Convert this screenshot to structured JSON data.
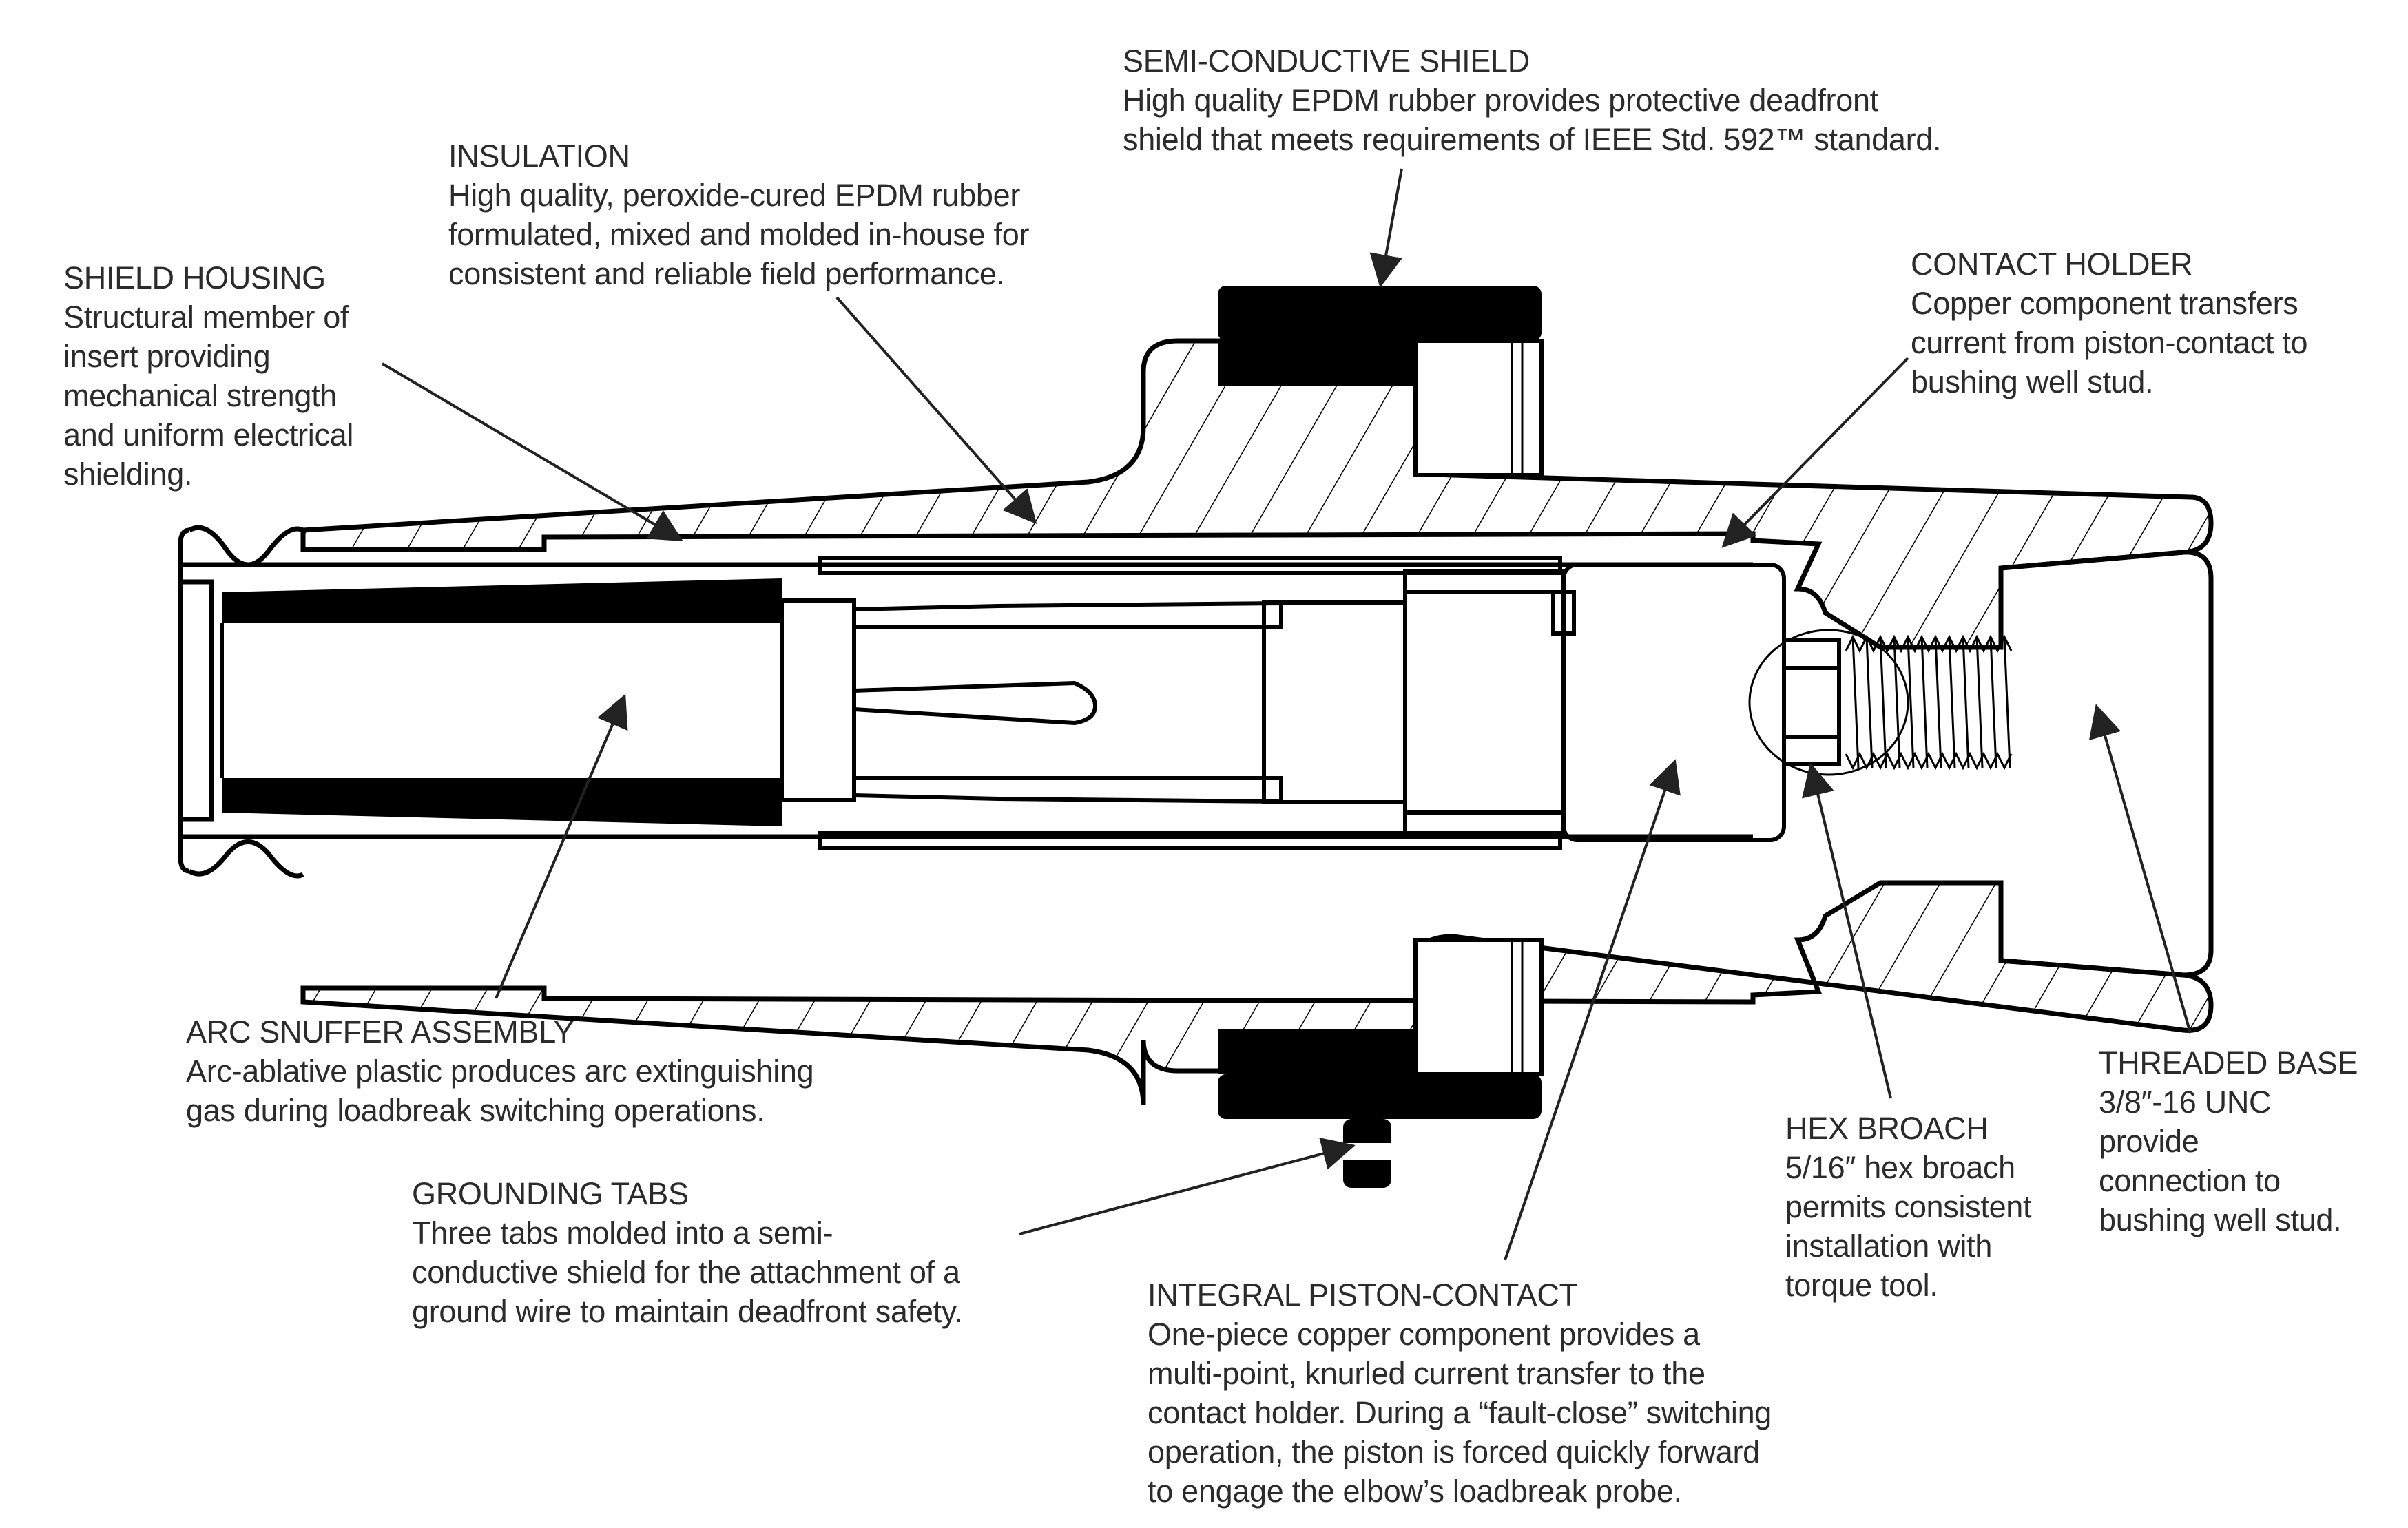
{
  "figure": {
    "subject": "Loadbreak bushing insert cross-section",
    "colors": {
      "ink": "#000000",
      "text": "#2b2b2b",
      "background": "#ffffff"
    }
  },
  "callouts": {
    "semi_conductive_shield": {
      "title": "SEMI-CONDUCTIVE SHIELD",
      "description": "High quality EPDM rubber provides protective deadfront\nshield that meets requirements of IEEE Std. 592™ standard."
    },
    "insulation": {
      "title": "INSULATION",
      "description": "High quality, peroxide-cured EPDM rubber\nformulated, mixed and molded in-house for\nconsistent and reliable field performance."
    },
    "shield_housing": {
      "title": "SHIELD HOUSING",
      "description": "Structural member of\ninsert providing\nmechanical strength\nand uniform electrical\nshielding."
    },
    "contact_holder": {
      "title": "CONTACT HOLDER",
      "description": "Copper component transfers\ncurrent from piston-contact to\nbushing well stud."
    },
    "arc_snuffer_assembly": {
      "title": "ARC SNUFFER ASSEMBLY",
      "description": "Arc-ablative plastic produces arc extinguishing\ngas during loadbreak switching operations."
    },
    "grounding_tabs": {
      "title": "GROUNDING TABS",
      "description": "Three tabs molded into a semi-\nconductive shield for the attachment of a\nground wire to maintain deadfront safety."
    },
    "integral_piston_contact": {
      "title": "INTEGRAL PISTON-CONTACT",
      "description": "One-piece copper component provides a\nmulti-point, knurled current transfer to the\ncontact holder. During a “fault-close” switching\noperation, the piston is forced quickly forward\nto engage the elbow’s loadbreak probe."
    },
    "hex_broach": {
      "title": "HEX BROACH",
      "description": "5/16″ hex broach\npermits consistent\ninstallation with\ntorque tool."
    },
    "threaded_base": {
      "title": "THREADED BASE",
      "description": "3/8″-16 UNC\nprovide\nconnection to\nbushing well stud."
    }
  }
}
